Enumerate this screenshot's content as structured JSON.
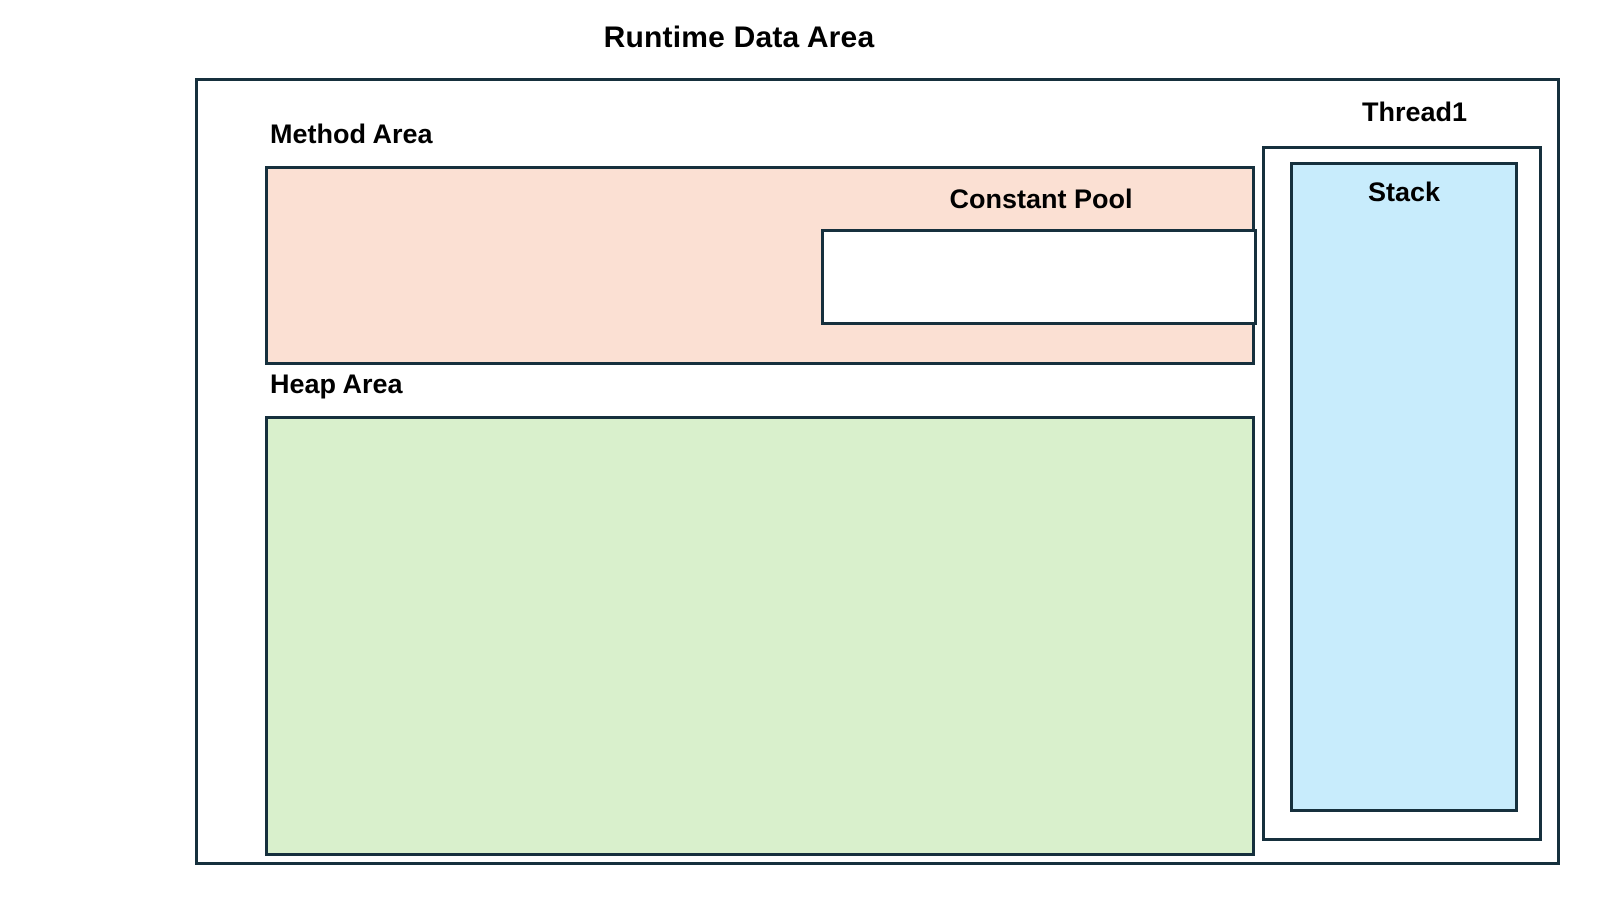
{
  "diagram": {
    "title": "Runtime Data Area",
    "method_area": {
      "label": "Method Area",
      "fill_color": "#fbe0d3",
      "constant_pool": {
        "label": "Constant Pool",
        "fill_color": "#ffffff",
        "content": ""
      }
    },
    "heap_area": {
      "label": "Heap Area",
      "fill_color": "#d9f0cc",
      "content": ""
    },
    "thread": {
      "label": "Thread1",
      "fill_color": "#ffffff",
      "stack": {
        "label": "Stack",
        "fill_color": "#c8ecfc",
        "content": ""
      }
    },
    "border_color": "#16303d",
    "background_color": "#ffffff"
  }
}
